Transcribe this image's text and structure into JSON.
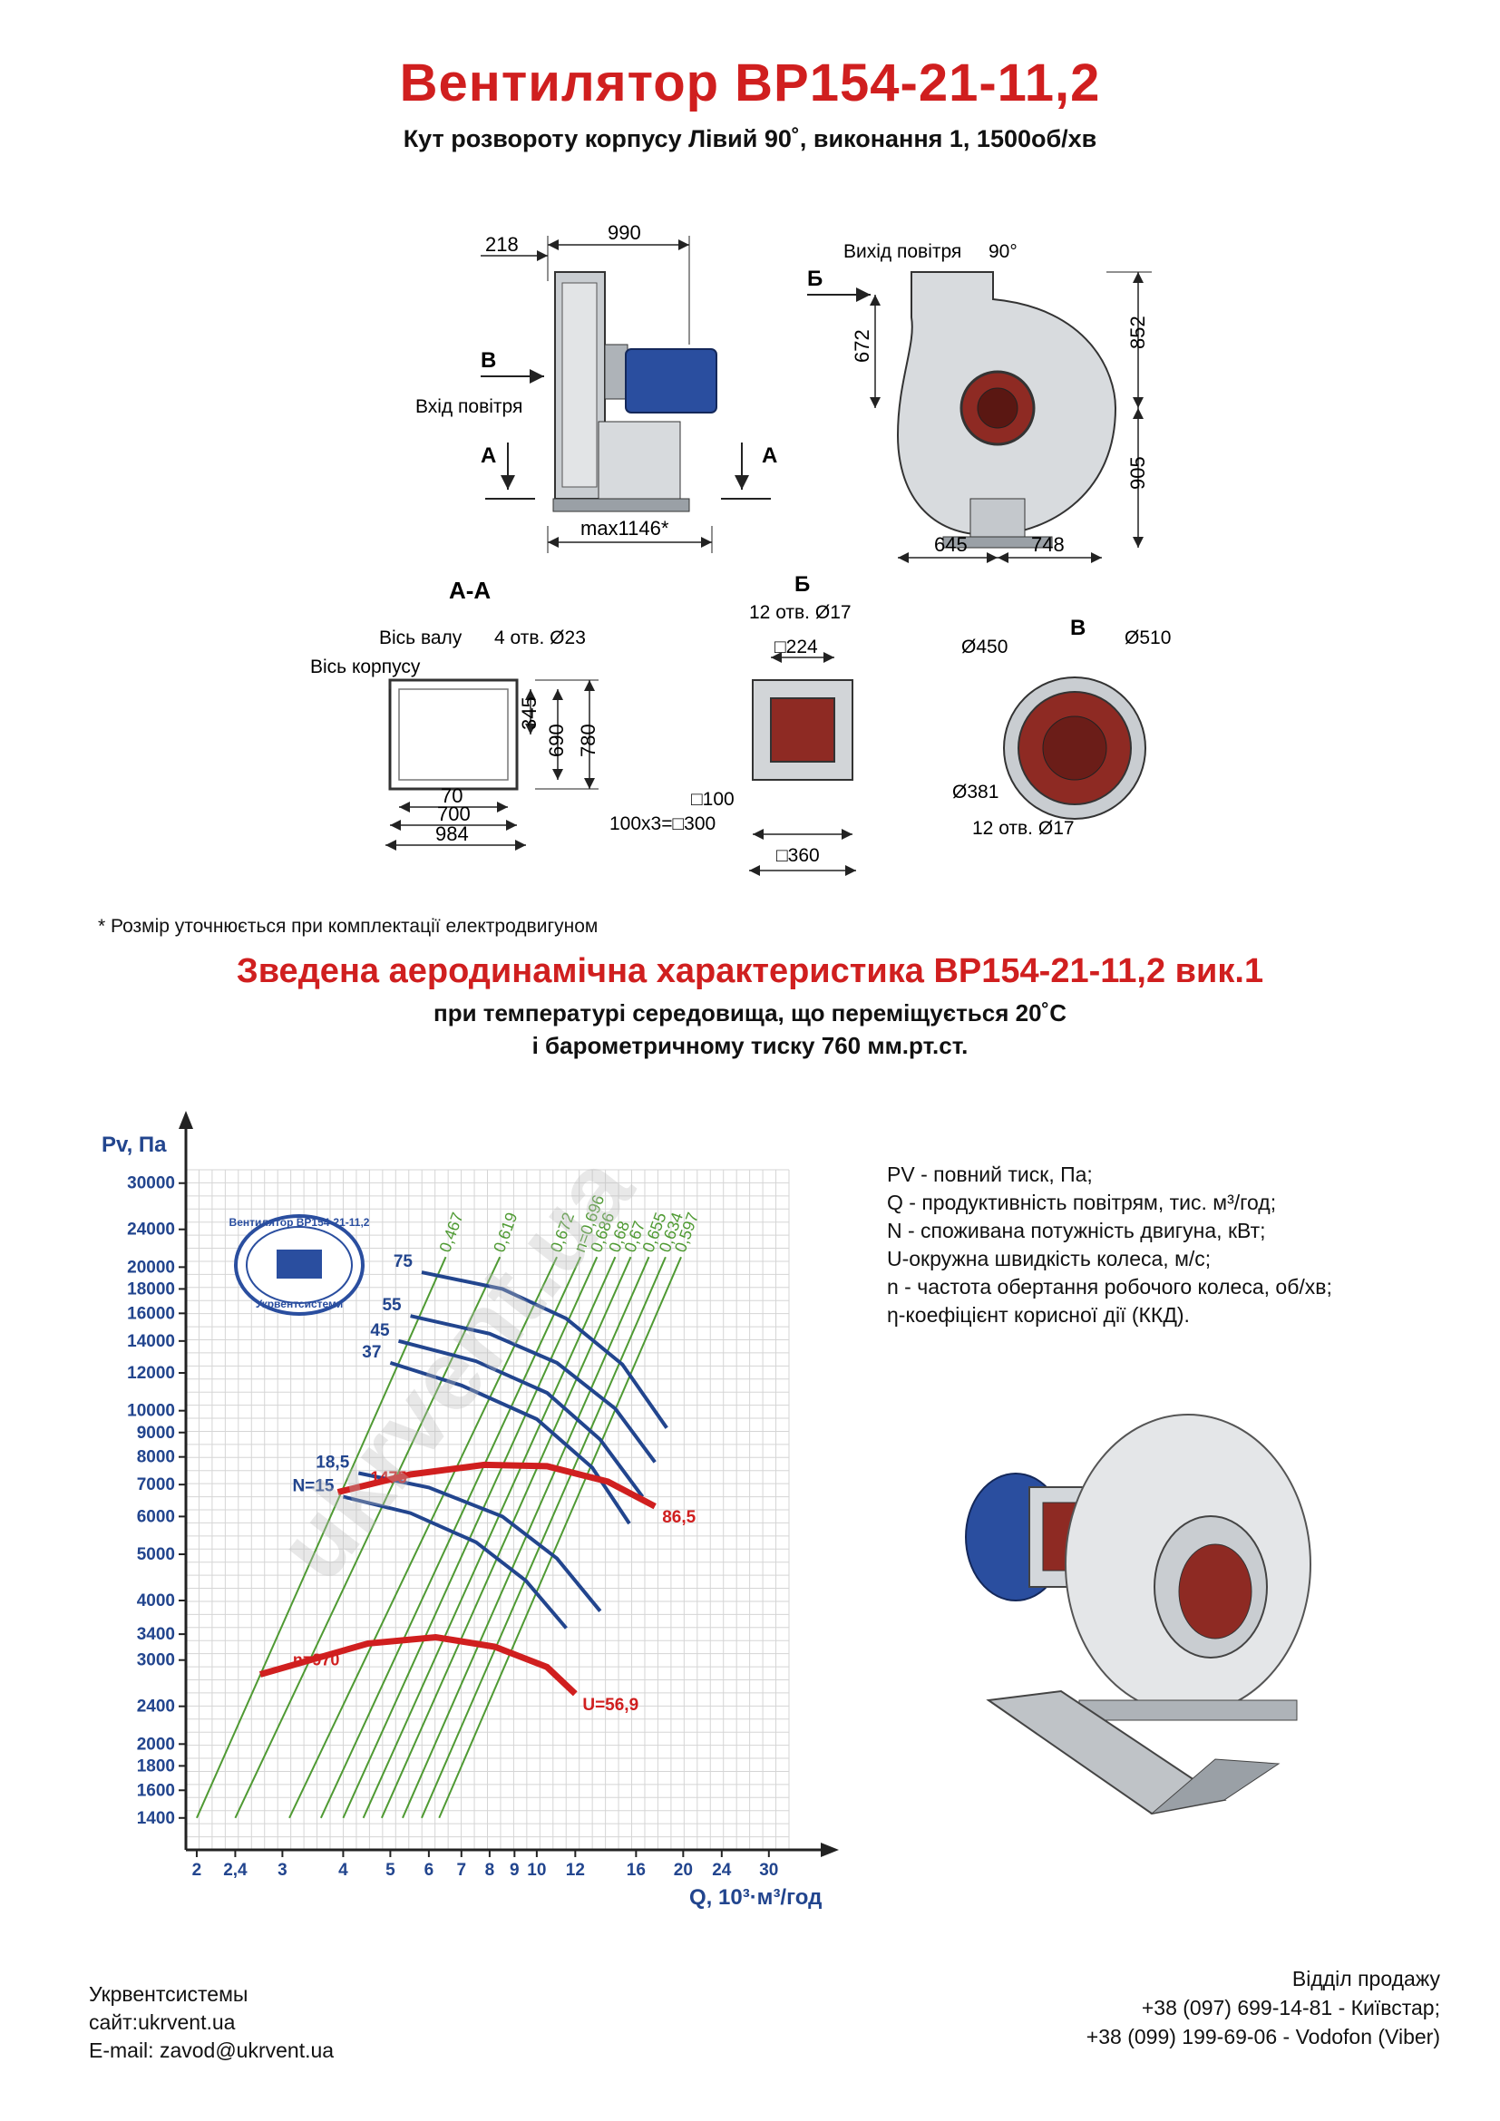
{
  "header": {
    "title": "Вентилятор ВР154-21-11,2",
    "subtitle": "Кут розвороту корпусу Лівий 90˚, виконання 1, 1500об/хв"
  },
  "drawings": {
    "side_view": {
      "dim_218": "218",
      "dim_990": "990",
      "dim_max": "max1146*",
      "label_v": "В",
      "label_inlet": "Вхід повітря",
      "label_a_left": "А",
      "label_a_right": "А"
    },
    "front_view": {
      "label_outlet": "Вихід повітря",
      "angle": "90°",
      "label_b": "Б",
      "dim_672": "672",
      "dim_852": "852",
      "dim_905": "905",
      "dim_645": "645",
      "dim_748": "748"
    },
    "section_aa": {
      "title": "А-А",
      "shaft_axis": "Вісь валу",
      "body_axis": "Вісь корпусу",
      "holes": "4 отв. Ø23",
      "dim_345": "345",
      "dim_690": "690",
      "dim_780": "780",
      "dim_70": "70",
      "dim_700": "700",
      "dim_984": "984"
    },
    "view_b": {
      "title": "Б",
      "holes": "12 отв. Ø17",
      "dim_224": "□224",
      "dim_100": "□100",
      "dim_300": "100х3=□300",
      "dim_360": "□360"
    },
    "view_v": {
      "title": "В",
      "d450": "Ø450",
      "d510": "Ø510",
      "d381": "Ø381",
      "holes": "12 отв. Ø17"
    },
    "watermark": "ukrvent.ua"
  },
  "footnote": "* Розмір уточнюється при комплектації електродвигуном",
  "section2": {
    "title": "Зведена аеродинамічна характеристика ВР154-21-11,2 вик.1",
    "line1": "при температурі середовища, що переміщується 20˚С",
    "line2": "і барометричному тиску 760 мм.рт.ст."
  },
  "legend": [
    "PV - повний тиск, Па;",
    "Q - продуктивність повітрям, тис. м³/год;",
    "N - споживана потужність двигуна, кВт;",
    "U-окружна швидкість колеса, м/с;",
    "n - частота обертання робочого колеса, об/хв;",
    "η-коефіцієнт корисної дії (ККД)."
  ],
  "chart_data": {
    "type": "line",
    "xlabel": "Q, 10³·м³/год",
    "ylabel": "Pv, Па",
    "x_scale": "log",
    "y_scale": "log",
    "x_ticks": [
      "2",
      "2,4",
      "3",
      "4",
      "5",
      "6",
      "7",
      "8",
      "9",
      "10",
      "12",
      "16",
      "20",
      "24",
      "30"
    ],
    "y_ticks": [
      "30000",
      "24000",
      "20000",
      "18000",
      "16000",
      "14000",
      "12000",
      "10000",
      "9000",
      "8000",
      "7000",
      "6000",
      "5000",
      "4000",
      "3400",
      "3000",
      "2400",
      "2000",
      "1800",
      "1600",
      "1400"
    ],
    "xlim": [
      1.9,
      33
    ],
    "ylim": [
      1200,
      32000
    ],
    "stamp_text": "Вентилятор ВР154-21-11,2",
    "stamp_sub": "Укрвентсистеми",
    "n_curves": [
      {
        "label": "n=970",
        "end_label": "U=56,9",
        "points": [
          [
            2.7,
            2800
          ],
          [
            4.5,
            3250
          ],
          [
            6.2,
            3350
          ],
          [
            8.2,
            3200
          ],
          [
            10.5,
            2900
          ],
          [
            12,
            2550
          ]
        ]
      },
      {
        "label": "1475",
        "end_label": "86,5",
        "points": [
          [
            3.9,
            6750
          ],
          [
            5.5,
            7350
          ],
          [
            7.8,
            7700
          ],
          [
            10.5,
            7650
          ],
          [
            14,
            7100
          ],
          [
            17.5,
            6300
          ]
        ]
      }
    ],
    "u_curves": [
      {
        "label": "75",
        "points": [
          [
            5.8,
            19500
          ],
          [
            8.5,
            18000
          ],
          [
            11.5,
            15600
          ],
          [
            15,
            12500
          ],
          [
            18.5,
            9200
          ]
        ]
      },
      {
        "label": "55",
        "points": [
          [
            5.5,
            15800
          ],
          [
            8,
            14500
          ],
          [
            11,
            12600
          ],
          [
            14.5,
            10100
          ],
          [
            17.5,
            7800
          ]
        ]
      },
      {
        "label": "45",
        "points": [
          [
            5.2,
            14000
          ],
          [
            7.5,
            12700
          ],
          [
            10.5,
            10900
          ],
          [
            13.5,
            8700
          ],
          [
            16.5,
            6600
          ]
        ]
      },
      {
        "label": "37",
        "points": [
          [
            5,
            12600
          ],
          [
            7,
            11300
          ],
          [
            10,
            9600
          ],
          [
            13,
            7600
          ],
          [
            15.5,
            5800
          ]
        ]
      },
      {
        "label": "18,5",
        "points": [
          [
            4.3,
            7400
          ],
          [
            6,
            6900
          ],
          [
            8.5,
            6000
          ],
          [
            11,
            4900
          ],
          [
            13.5,
            3800
          ]
        ]
      },
      {
        "label": "N=15",
        "points": [
          [
            4,
            6600
          ],
          [
            5.5,
            6100
          ],
          [
            7.5,
            5300
          ],
          [
            9.5,
            4400
          ],
          [
            11.5,
            3500
          ]
        ]
      }
    ],
    "eff_lines": [
      {
        "label": "0,467",
        "x0": 2,
        "x1": 6.5
      },
      {
        "label": "0,619",
        "x0": 2.4,
        "x1": 8.4
      },
      {
        "label": "0,672",
        "x0": 3.1,
        "x1": 11
      },
      {
        "label": "n=0,696",
        "x0": 3.6,
        "x1": 12.3
      },
      {
        "label": "0,686",
        "x0": 4.0,
        "x1": 13.3
      },
      {
        "label": "0,68",
        "x0": 4.4,
        "x1": 14.5
      },
      {
        "label": "0,67",
        "x0": 4.8,
        "x1": 15.6
      },
      {
        "label": "0,655",
        "x0": 5.3,
        "x1": 17
      },
      {
        "label": "0,634",
        "x0": 5.8,
        "x1": 18.4
      },
      {
        "label": "0,597",
        "x0": 6.3,
        "x1": 19.8
      }
    ]
  },
  "footer": {
    "company": "Укрвентсистемы",
    "site": "сайт:ukrvent.ua",
    "email": "E-mail: zavod@ukrvent.ua",
    "sales": "Відділ продажу",
    "phone1": "+38 (097) 699-14-81 - Київстар;",
    "phone2": "+38 (099) 199-69-06 - Vodofon (Viber)"
  },
  "colors": {
    "red": "#d01f1f",
    "blue": "#22458e",
    "green": "#4f9a33",
    "steel": "#bfc3c7",
    "motor": "#2a4e9f",
    "flange": "#8e2a23"
  }
}
